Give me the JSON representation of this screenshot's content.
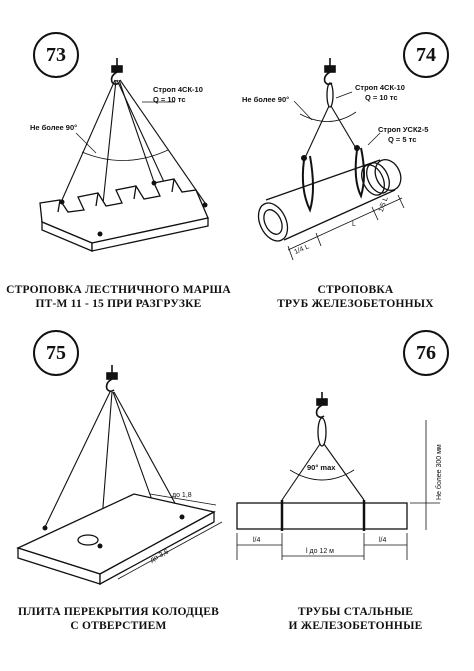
{
  "panels": [
    {
      "number": "73",
      "title_line1": "СТРОПОВКА ЛЕСТНИЧНОГО МАРША",
      "title_line2": "ПТ-М 11 - 15  ПРИ  РАЗГРУЗКЕ",
      "sling_label": "Строп 4СК-10",
      "load_label": "Q = 10 тс",
      "angle_label": "Не более 90°"
    },
    {
      "number": "74",
      "title_line1": "СТРОПОВКА",
      "title_line2": "ТРУБ  ЖЕЛЕЗОБЕТОННЫХ",
      "sling_label": "Строп 4СК-10",
      "load_label": "Q = 10 тс",
      "angle_label": "Не более 90°",
      "sling2_label": "Строп УСК2-5",
      "load2_label": "Q = 5 тс",
      "dim_quarter_left": "1/4 L",
      "dim_length": "L",
      "dim_quarter_right": "1/5 L"
    },
    {
      "number": "75",
      "title_line1": "ПЛИТА ПЕРЕКРЫТИЯ КОЛОДЦЕВ",
      "title_line2": "С ОТВЕРСТИЕМ",
      "dim_width": "до 1,8",
      "dim_length": "до 3,6"
    },
    {
      "number": "76",
      "title_line1": "ТРУБЫ СТАЛЬНЫЕ",
      "title_line2": "И ЖЕЛЕЗОБЕТОННЫЕ",
      "angle_label": "90° max",
      "height_label": "Не более 300 мм",
      "dim_quarter_left": "l/4",
      "dim_length": "l до 12 м",
      "dim_quarter_right": "l/4"
    }
  ]
}
